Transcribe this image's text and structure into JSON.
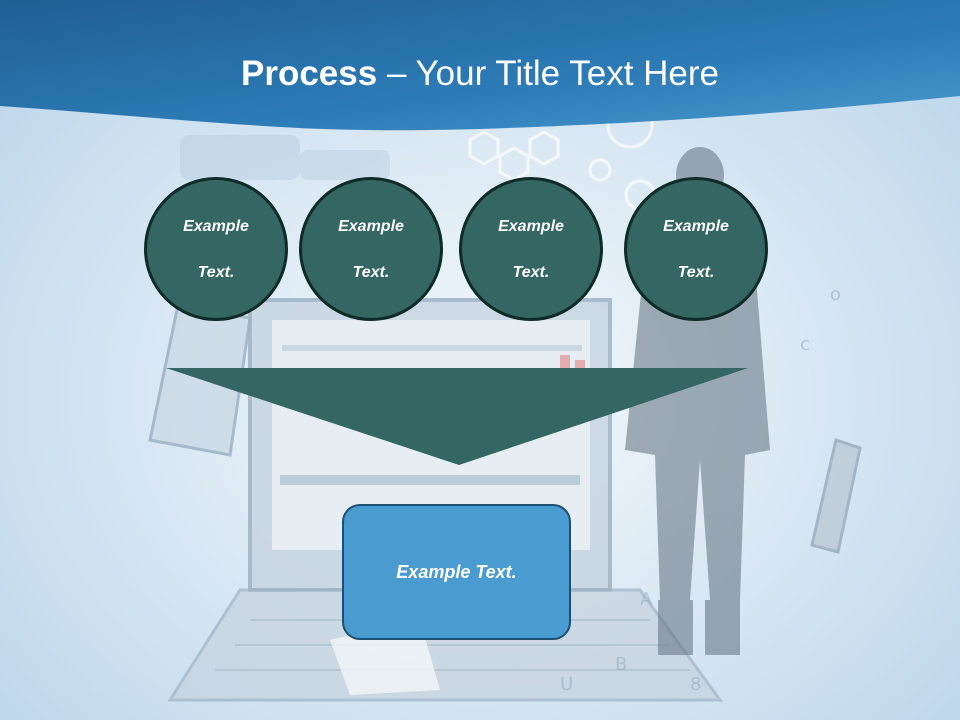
{
  "slide": {
    "title_bold": "Process",
    "title_rest": " – Your Title Text Here",
    "circles": [
      {
        "line1": "Example",
        "line2": "Text."
      },
      {
        "line1": "Example",
        "line2": "Text."
      },
      {
        "line1": "Example",
        "line2": "Text."
      },
      {
        "line1": "Example",
        "line2": "Text."
      }
    ],
    "result_text": "Example Text."
  },
  "colors": {
    "header_blue": "#2f7fb8",
    "circle_fill": "#346663",
    "funnel_fill": "#346663",
    "box_fill": "#4a9bd0"
  }
}
